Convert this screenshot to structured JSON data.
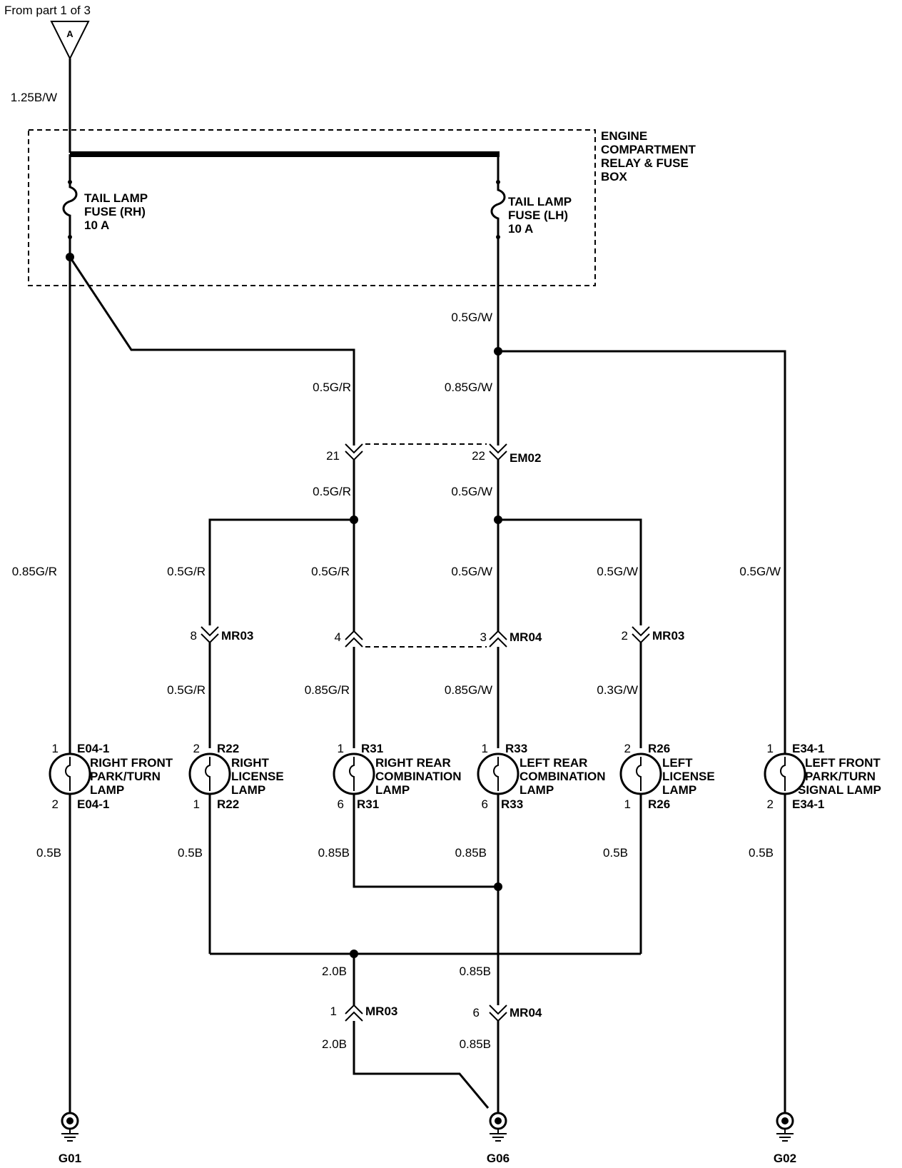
{
  "header": {
    "from_text": "From part 1 of 3",
    "connector_letter": "A"
  },
  "fuse_box": {
    "lines": [
      "ENGINE",
      "COMPARTMENT",
      "RELAY & FUSE",
      "BOX"
    ]
  },
  "fuses": [
    {
      "lines": [
        "TAIL LAMP",
        "FUSE (RH)",
        "10 A"
      ]
    },
    {
      "lines": [
        "TAIL LAMP",
        "FUSE (LH)",
        "10 A"
      ]
    }
  ],
  "wires": {
    "feed": "1.25B/W",
    "lh_out": "0.5G/W",
    "rh_branch": "0.5G/R",
    "lh_branch": "0.85G/W",
    "em_rh_below": "0.5G/R",
    "em_lh_below": "0.5G/W",
    "rf_feed": "0.85G/R",
    "r22_upper": "0.5G/R",
    "r31_upper": "0.5G/R",
    "r33_upper": "0.5G/W",
    "r26_upper": "0.5G/W",
    "lf_feed": "0.5G/W",
    "r22_lower": "0.5G/R",
    "r31_lower": "0.85G/R",
    "r33_lower": "0.85G/W",
    "r26_lower": "0.3G/W",
    "rf_ground": "0.5B",
    "r22_ground": "0.5B",
    "r31_ground": "0.85B",
    "r33_ground": "0.85B",
    "r26_ground": "0.5B",
    "lf_ground": "0.5B",
    "bus_ground_upper": "2.0B",
    "bus_ground_lower": "2.0B",
    "g06_upper": "0.85B",
    "g06_lower": "0.85B"
  },
  "connectors": {
    "em02_pin_a": "21",
    "em02_pin_b": "22",
    "em02_name": "EM02",
    "mr03_top_pin": "8",
    "mr03_top_name": "MR03",
    "mr04_pin_a": "4",
    "mr04_pin_b": "3",
    "mr04_name": "MR04",
    "mr03_right_pin": "2",
    "mr03_right_name": "MR03",
    "mr03_bottom_pin": "1",
    "mr03_bottom_name": "MR03",
    "mr04_bottom_pin": "6",
    "mr04_bottom_name": "MR04"
  },
  "lamps": [
    {
      "top_pin": "1",
      "top_conn": "E04-1",
      "bottom_pin": "2",
      "bottom_conn": "E04-1",
      "lines": [
        "RIGHT FRONT",
        "PARK/TURN",
        "LAMP"
      ]
    },
    {
      "top_pin": "2",
      "top_conn": "R22",
      "bottom_pin": "1",
      "bottom_conn": "R22",
      "lines": [
        "RIGHT",
        "LICENSE",
        "LAMP"
      ]
    },
    {
      "top_pin": "1",
      "top_conn": "R31",
      "bottom_pin": "6",
      "bottom_conn": "R31",
      "lines": [
        "RIGHT REAR",
        "COMBINATION",
        "LAMP"
      ]
    },
    {
      "top_pin": "1",
      "top_conn": "R33",
      "bottom_pin": "6",
      "bottom_conn": "R33",
      "lines": [
        "LEFT REAR",
        "COMBINATION",
        "LAMP"
      ]
    },
    {
      "top_pin": "2",
      "top_conn": "R26",
      "bottom_pin": "1",
      "bottom_conn": "R26",
      "lines": [
        "LEFT",
        "LICENSE",
        "LAMP"
      ]
    },
    {
      "top_pin": "1",
      "top_conn": "E34-1",
      "bottom_pin": "2",
      "bottom_conn": "E34-1",
      "lines": [
        "LEFT FRONT",
        "PARK/TURN",
        "SIGNAL LAMP"
      ]
    }
  ],
  "grounds": [
    "G01",
    "G06",
    "G02"
  ]
}
